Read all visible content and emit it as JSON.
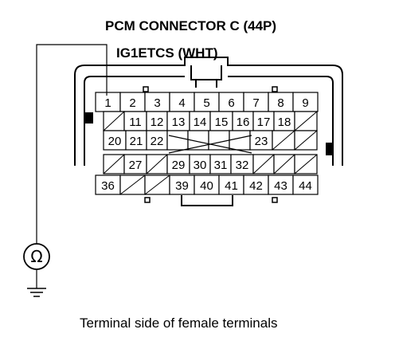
{
  "title": "PCM CONNECTOR C (44P)",
  "wire_label": "IG1ETCS (WHT)",
  "caption": "Terminal side of female terminals",
  "meter": {
    "symbol": "Ω",
    "icon": "ohmmeter-icon",
    "ground_icon": "ground-icon"
  },
  "colors": {
    "line": "#000000",
    "background": "#ffffff"
  },
  "connector": {
    "rows": [
      [
        "1",
        "2",
        "3",
        "4",
        "5",
        "6",
        "7",
        "8",
        "9"
      ],
      [
        "",
        "11",
        "12",
        "13",
        "14",
        "15",
        "16",
        "17",
        "18",
        ""
      ],
      [
        "20",
        "21",
        "22",
        "",
        "",
        "",
        "",
        "23",
        "",
        ""
      ],
      [
        "",
        "27",
        "",
        "29",
        "30",
        "31",
        "32",
        "",
        "",
        ""
      ],
      [
        "36",
        "",
        "",
        "39",
        "40",
        "41",
        "42",
        "43",
        "44"
      ]
    ],
    "probed_terminal": "1"
  }
}
